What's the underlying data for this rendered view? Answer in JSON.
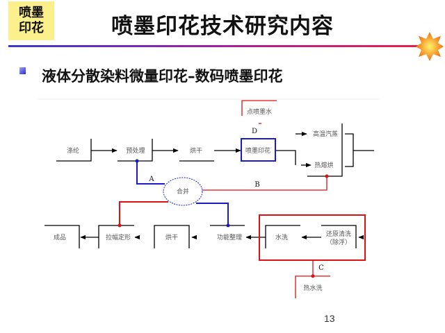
{
  "header": {
    "badge_line1": "喷墨",
    "badge_line2": "印花",
    "title": "喷墨印花技术研究内容"
  },
  "bullet": {
    "text": "液体分散染料微量印花–数码喷墨印花"
  },
  "diagram": {
    "nodes": {
      "fabric": "涤纶",
      "pretreat": "预处理",
      "dry1": "烘干",
      "inkjet": "喷墨印花",
      "ink": "点喷墨水",
      "steam": "高温汽蒸",
      "thermosol": "热熔烘",
      "merge": "合并",
      "product": "成品",
      "tenter": "拉幅定形",
      "dry2": "烘干",
      "finish": "功能整理",
      "wash": "水洗",
      "reduction_1": "还原清洗",
      "reduction_2": "（除浮）",
      "hotwash": "热水洗"
    },
    "labels": {
      "a": "A",
      "b": "B",
      "c": "C",
      "d": "D"
    },
    "colors": {
      "blue": "#1a1acc",
      "red": "#dd1111"
    }
  },
  "footer": {
    "page_number": "13"
  }
}
